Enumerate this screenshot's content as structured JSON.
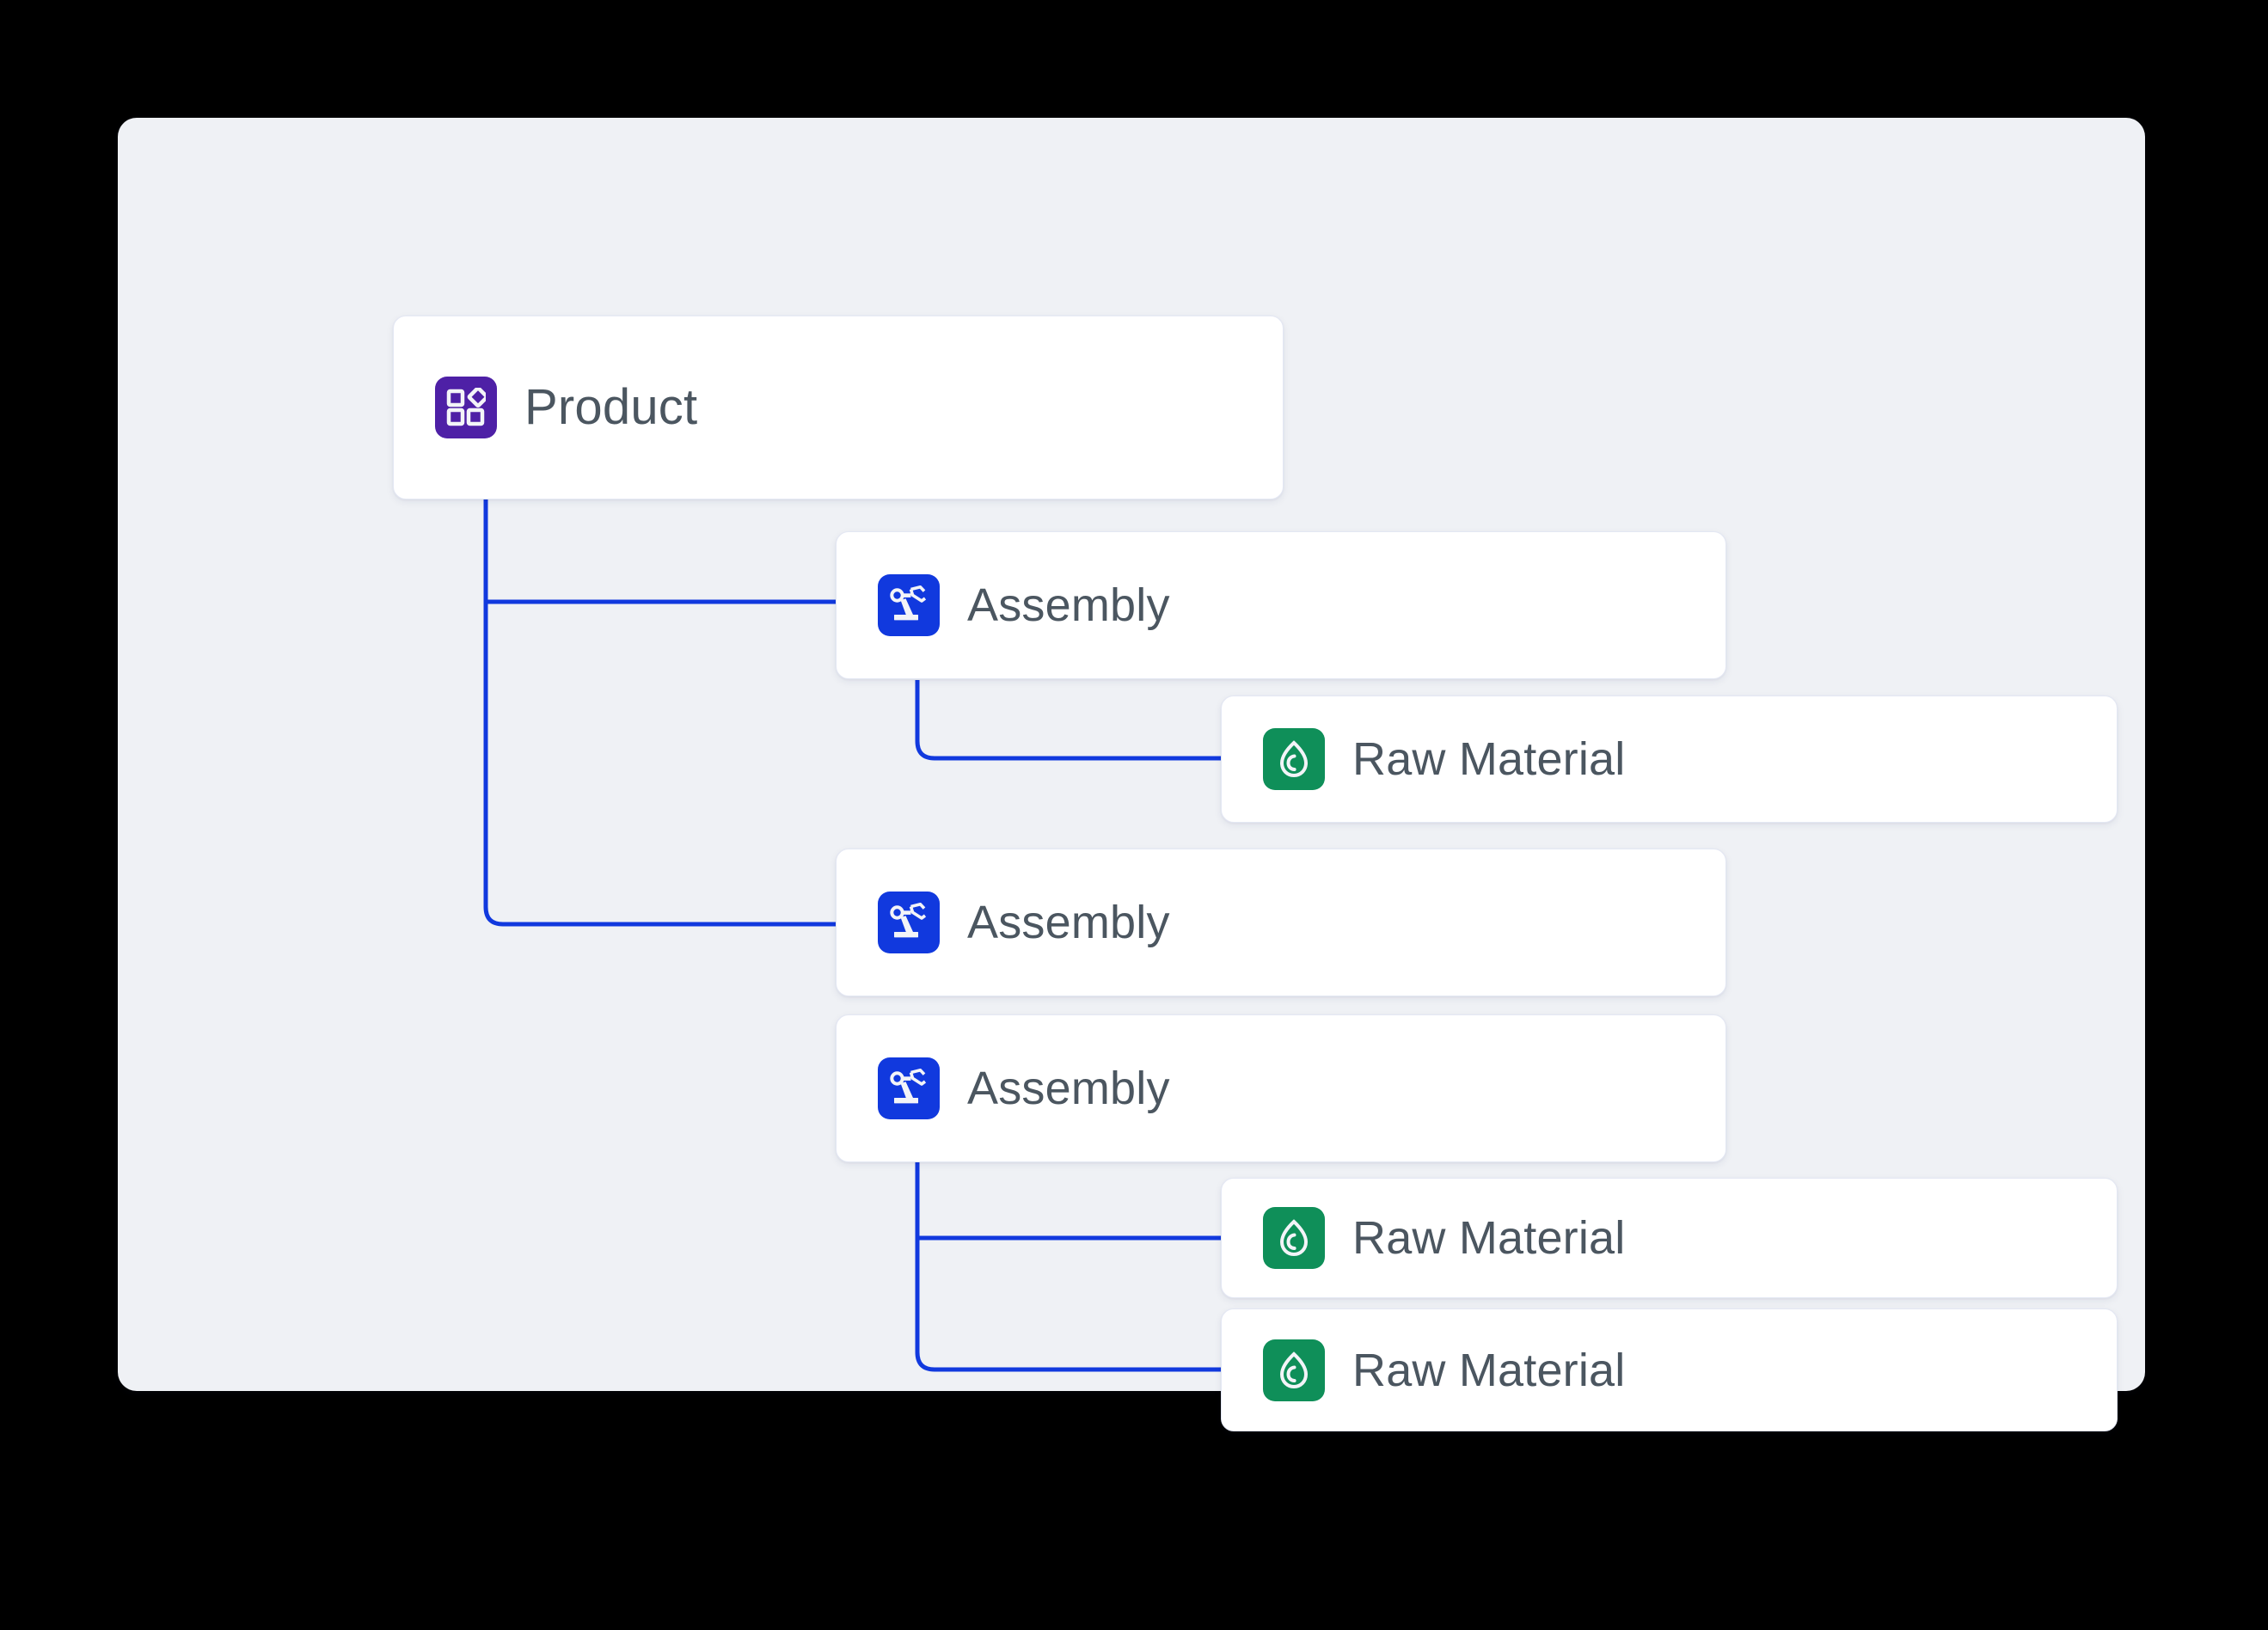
{
  "theme": {
    "page_background": "#000000",
    "panel_background": "#eff1f5",
    "card_background": "#ffffff",
    "card_border": "#e3e7f3",
    "label_color": "#4b5660",
    "connector_color": "#1139de",
    "product_icon_color": "#4e20a6",
    "assembly_icon_color": "#1139de",
    "raw_material_icon_color": "#0f8f59",
    "icon_glyph_color": "#f3f4f8"
  },
  "diagram": {
    "type": "bill-of-materials-tree",
    "nodes": [
      {
        "id": "product",
        "label": "Product",
        "icon": "product-grid-icon",
        "level": 0,
        "accent": "#4e20a6"
      },
      {
        "id": "assembly-1",
        "label": "Assembly",
        "icon": "robot-arm-icon",
        "level": 1,
        "accent": "#1139de"
      },
      {
        "id": "raw-material-1",
        "label": "Raw Material",
        "icon": "raw-material-egg-icon",
        "level": 2,
        "accent": "#0f8f59"
      },
      {
        "id": "assembly-2",
        "label": "Assembly",
        "icon": "robot-arm-icon",
        "level": 1,
        "accent": "#1139de"
      },
      {
        "id": "assembly-3",
        "label": "Assembly",
        "icon": "robot-arm-icon",
        "level": 1,
        "accent": "#1139de"
      },
      {
        "id": "raw-material-2",
        "label": "Raw Material",
        "icon": "raw-material-egg-icon",
        "level": 2,
        "accent": "#0f8f59"
      },
      {
        "id": "raw-material-3",
        "label": "Raw Material",
        "icon": "raw-material-egg-icon",
        "level": 2,
        "accent": "#0f8f59"
      }
    ],
    "edges": [
      {
        "from": "product",
        "to": "assembly-1"
      },
      {
        "from": "product",
        "to": "assembly-2"
      },
      {
        "from": "assembly-1",
        "to": "raw-material-1"
      },
      {
        "from": "assembly-3",
        "to": "raw-material-2"
      },
      {
        "from": "assembly-3",
        "to": "raw-material-3"
      }
    ]
  }
}
